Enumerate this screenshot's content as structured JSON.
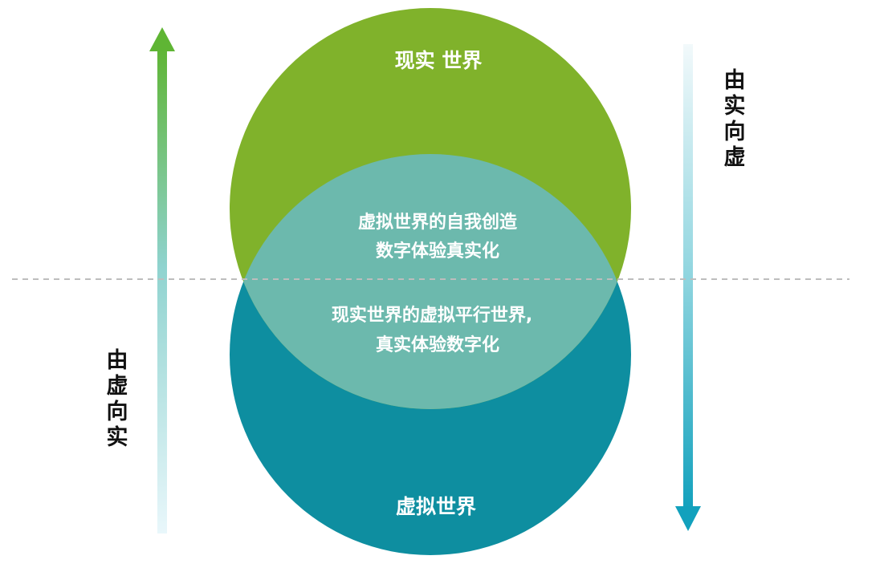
{
  "diagram": {
    "top_circle": {
      "label": "现实 世界",
      "color": "#80b22b"
    },
    "bottom_circle": {
      "label": "虚拟世界",
      "color": "#0e8ea0"
    },
    "overlap": {
      "color": "#6cb9ad",
      "upper_lines": [
        "虚拟世界的自我创造",
        "数字体验真实化"
      ],
      "lower_lines": [
        "现实世界的虚拟平行世界,",
        "真实体验数字化"
      ]
    },
    "divider": {
      "style": "dashed",
      "color": "#bdbdbd"
    },
    "left_arrow": {
      "direction": "up",
      "label_chars": [
        "由",
        "虚",
        "向",
        "实"
      ],
      "color_start": "#5fb534",
      "color_end": "#e9f7fb"
    },
    "right_arrow": {
      "direction": "down",
      "label_chars": [
        "由",
        "实",
        "向",
        "虚"
      ],
      "color_start": "#f2f9fb",
      "color_end": "#12a1bd"
    }
  }
}
